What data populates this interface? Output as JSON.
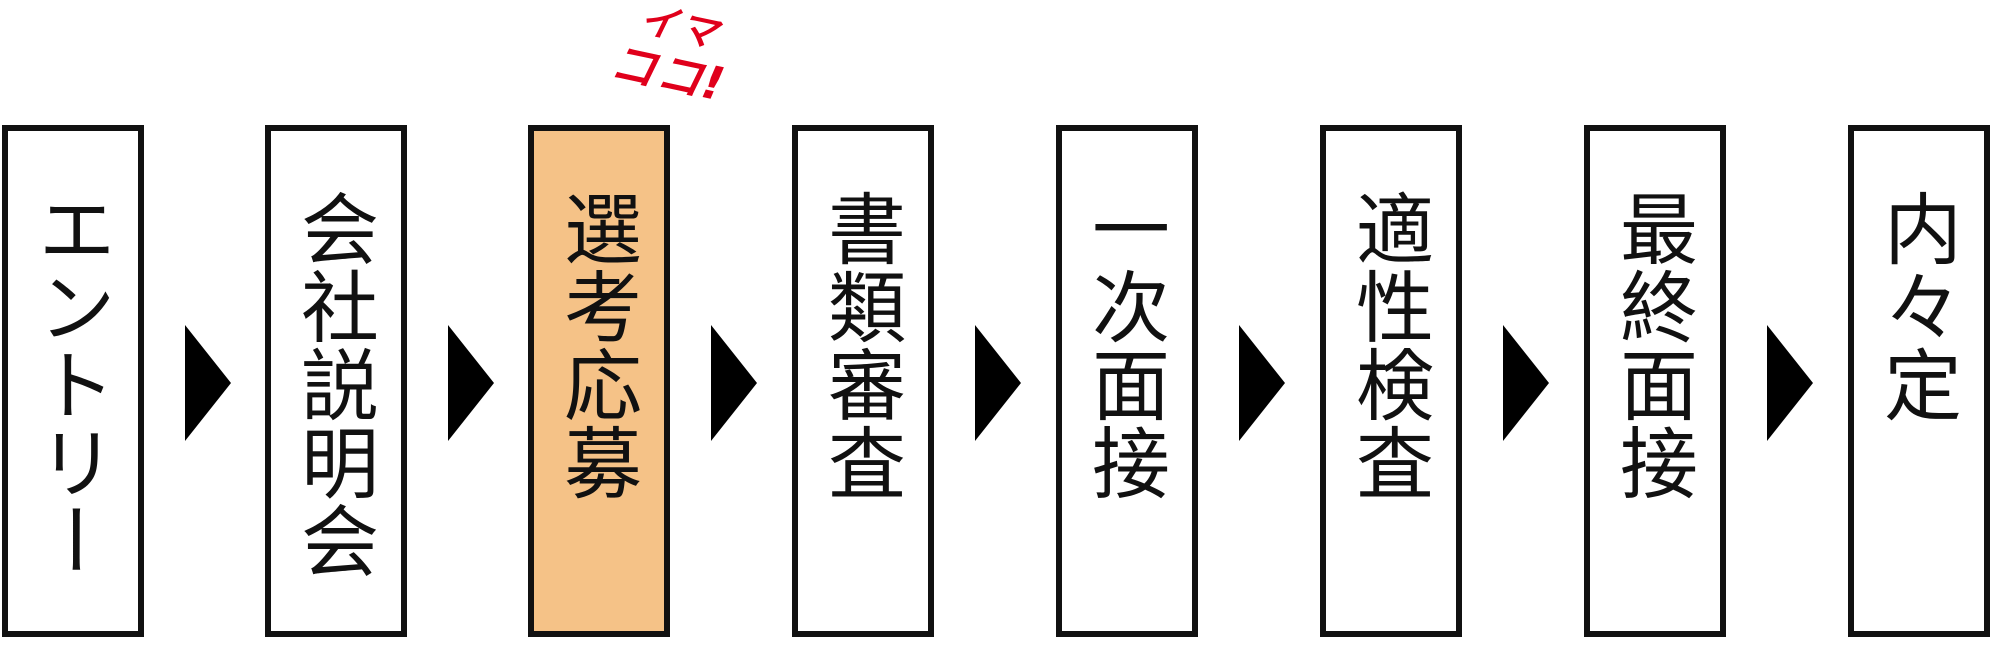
{
  "marker": {
    "line1": "イマ",
    "line2": "ココ!",
    "color": "#e0001b"
  },
  "steps": [
    {
      "label": "エントリー",
      "active": false
    },
    {
      "label": "会社説明会",
      "active": false
    },
    {
      "label": "選考応募",
      "active": true
    },
    {
      "label": "書類審査",
      "active": false
    },
    {
      "label": "一次面接",
      "active": false
    },
    {
      "label": "適性検査",
      "active": false
    },
    {
      "label": "最終面接",
      "active": false
    },
    {
      "label": "内々定",
      "active": false
    }
  ],
  "colors": {
    "active_fill": "#f5c287",
    "border": "#111111",
    "arrow": "#000000"
  }
}
